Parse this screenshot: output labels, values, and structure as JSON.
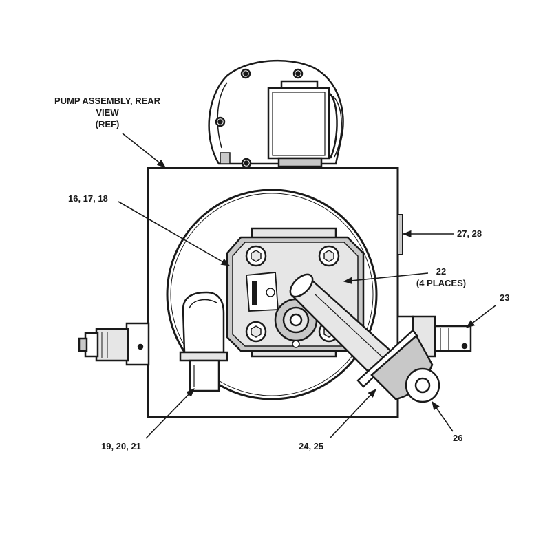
{
  "callouts": {
    "pump_line1": "PUMP ASSEMBLY, REAR",
    "pump_line2": "VIEW",
    "pump_line3": "(REF)",
    "c16": "16, 17, 18",
    "c27": "27, 28",
    "c22_line1": "22",
    "c22_line2": "(4 PLACES)",
    "c23": "23",
    "c19": "19, 20, 21",
    "c24": "24, 25",
    "c26": "26"
  },
  "colors": {
    "line": "#1a1a1a",
    "shade": "#c8c8c8",
    "light_shade": "#e6e6e6",
    "background": "#ffffff"
  }
}
